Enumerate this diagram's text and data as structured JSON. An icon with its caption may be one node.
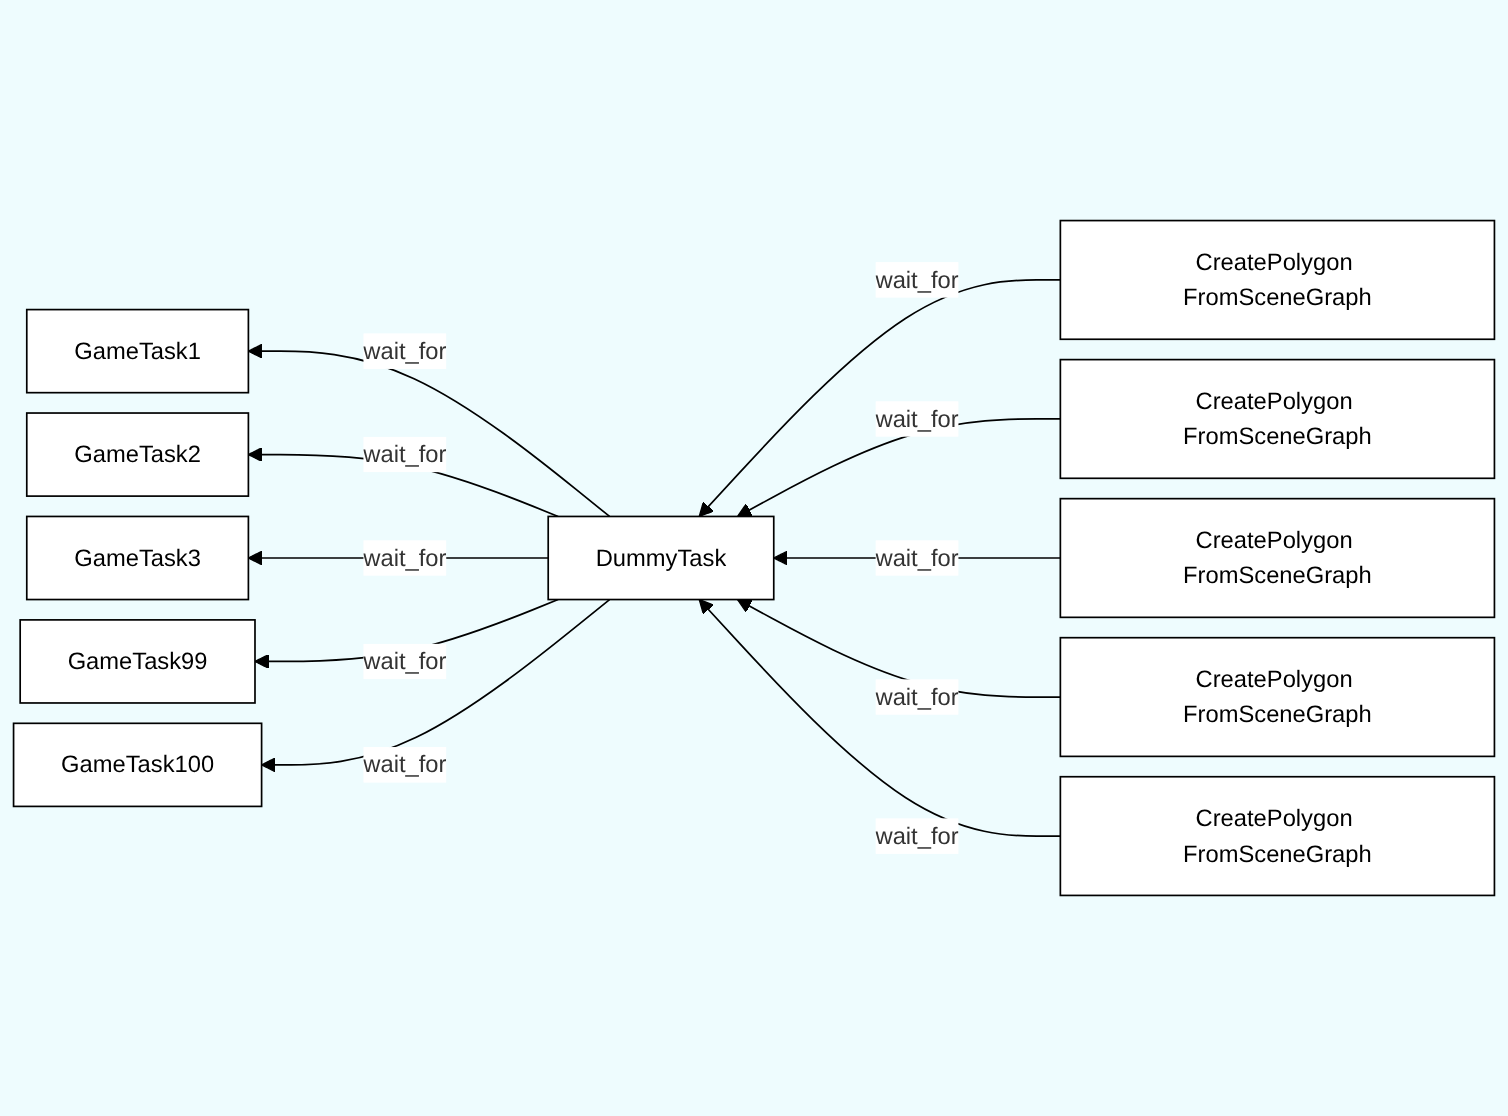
{
  "diagram": {
    "nodes": [
      {
        "text": [
          "GameTask1"
        ]
      },
      {
        "text": [
          "GameTask2"
        ]
      },
      {
        "text": [
          "GameTask3"
        ]
      },
      {
        "text": [
          "GameTask99"
        ]
      },
      {
        "text": [
          "GameTask100"
        ]
      },
      {
        "text": [
          "DummyTask"
        ]
      },
      {
        "text": [
          "CreatePolygon FromSceneGraph"
        ]
      },
      {
        "text": [
          "CreatePolygon FromSceneGraph"
        ]
      },
      {
        "text": [
          "CreatePolygon FromSceneGraph"
        ]
      },
      {
        "text": [
          "CreatePolygon FromSceneGraph"
        ]
      },
      {
        "text": [
          "CreatePolygon FromSceneGraph"
        ]
      }
    ],
    "edges": [
      {
        "from": 5,
        "to": 0,
        "arrow": "to",
        "label": "wait_for"
      },
      {
        "from": 5,
        "to": 1,
        "arrow": "to",
        "label": "wait_for"
      },
      {
        "from": 5,
        "to": 2,
        "arrow": "to",
        "label": "wait_for"
      },
      {
        "from": 5,
        "to": 3,
        "arrow": "to",
        "label": "wait_for"
      },
      {
        "from": 5,
        "to": 4,
        "arrow": "to",
        "label": "wait_for"
      },
      {
        "from": 6,
        "to": 5,
        "arrow": "to",
        "label": "wait_for"
      },
      {
        "from": 7,
        "to": 5,
        "arrow": "to",
        "label": "wait_for"
      },
      {
        "from": 8,
        "to": 5,
        "arrow": "to",
        "label": "wait_for"
      },
      {
        "from": 9,
        "to": 5,
        "arrow": "to",
        "label": "wait_for"
      },
      {
        "from": 10,
        "to": 5,
        "arrow": "to",
        "label": "wait_for"
      }
    ]
  }
}
